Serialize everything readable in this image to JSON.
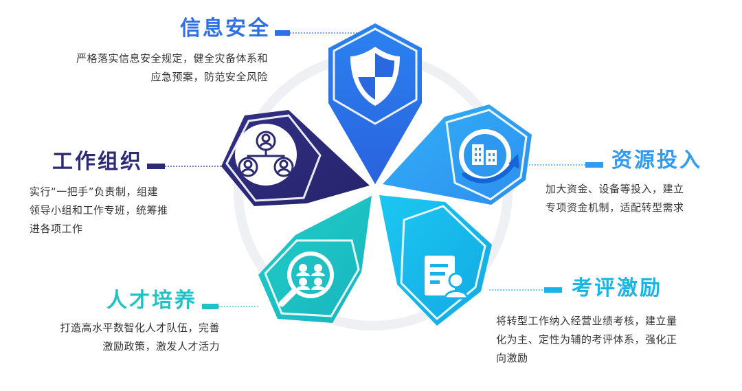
{
  "sections": {
    "security": {
      "title": "信息安全",
      "lines": [
        "严格落实信息安全规定，健全灾备体系和",
        "应急预案，防范安全风险"
      ],
      "color": "#2D6FE8"
    },
    "organization": {
      "title": "工作组织",
      "lines": [
        "实行“一把手”负责制，组建",
        "领导小组和工作专班，统筹推",
        "进各项工作"
      ],
      "color": "#2B2A73"
    },
    "resources": {
      "title": "资源投入",
      "lines": [
        "加大资金、设备等投入，建立",
        "专项资金机制，适配转型需求"
      ],
      "color": "#2F9BF2"
    },
    "evaluation": {
      "title": "考评激励",
      "lines": [
        "将转型工作纳入经营业绩考核，建立量",
        "化为主、定性为辅的考评体系，强化正",
        "向激励"
      ],
      "color": "#17B6E9"
    },
    "talent": {
      "title": "人才培养",
      "lines": [
        "打造高水平数智化人才队伍，完善",
        "激励政策，激发人才活力"
      ],
      "color": "#1EC3C5"
    }
  },
  "icons": {
    "security": "shield-icon",
    "organization": "people-network-icon",
    "resources": "building-growth-icon",
    "evaluation": "profile-document-icon",
    "talent": "team-search-icon"
  }
}
